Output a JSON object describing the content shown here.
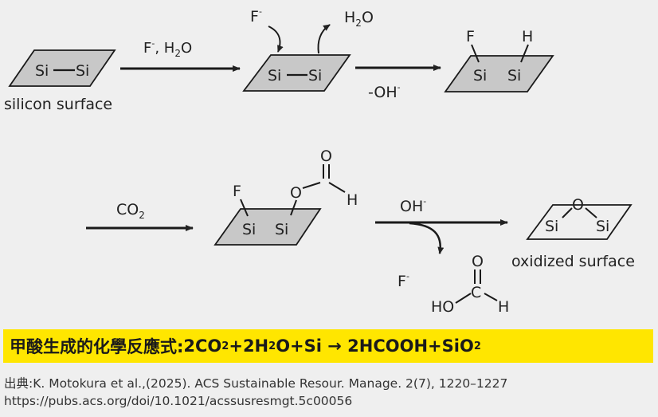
{
  "labels": {
    "si": "Si",
    "f": "F",
    "h": "H",
    "o": "O",
    "minus": "-",
    "silicon_surface": "silicon surface",
    "oxidized_surface": "oxidized surface",
    "step1_reagent_f": "F",
    "step1_reagent_h2o": ", H",
    "h2o_h": "H",
    "h2o_o": "O",
    "sub_2": "2",
    "minus_oh": "-OH",
    "co2": "CO",
    "oh": "OH",
    "ho": "HO",
    "c": "C"
  },
  "banner": {
    "zh": "甲酸生成的化學反應式: ",
    "formula_a": "2CO",
    "sub_a": "2",
    "formula_b": "+2H",
    "sub_b": "2",
    "formula_c": "O+Si → 2HCOOH+SiO",
    "sub_c": "2"
  },
  "source": {
    "line1": "出典:K. Motokura et al.,(2025). ACS Sustainable Resour. Manage. 2(7), 1220–1227",
    "line2": "https://pubs.acs.org/doi/10.1021/acssusresmgt.5c00056"
  },
  "colors": {
    "background": "#efefef",
    "banner": "#ffe600",
    "slab": "#c8c8c8",
    "ink": "#222222"
  }
}
